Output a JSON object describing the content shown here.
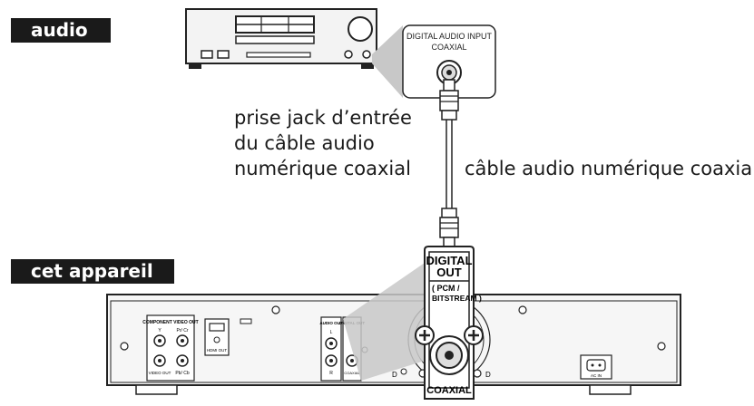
{
  "labels": {
    "audio": "audio",
    "unit": "cet appareil"
  },
  "inset_top": {
    "line1": "DIGITAL AUDIO INPUT",
    "line2": "COAXIAL"
  },
  "captions": {
    "jack": [
      "prise jack d’entrée",
      "du câble audio",
      "numérique coaxial"
    ],
    "cable": "câble audio numérique coaxial"
  },
  "inset_bottom": {
    "title1": "DIGITAL",
    "title2": "OUT",
    "sub1": "( PCM /",
    "sub2": "BITSTREAM )",
    "coaxial": "COAXIAL"
  },
  "rear_panel": {
    "component_video_out": "COMPONENT VIDEO OUT",
    "y": "Y",
    "pb_cb": "Pb/ Cb",
    "pr_cr": "Pr/ Cr",
    "video_out": "VIDEO OUT",
    "hdmi_out": "HDMI OUT",
    "audio_out": "AUDIO OUT",
    "l": "L",
    "r": "R",
    "digital_out": "DIGITAL OUT",
    "coaxial": "COAXIAL",
    "ac_in": "AC IN",
    "d_mark": "D"
  }
}
